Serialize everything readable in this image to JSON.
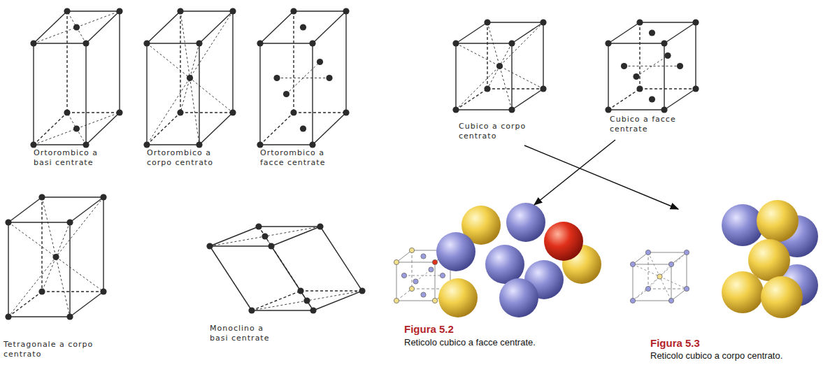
{
  "diagram": {
    "labels": [
      "Ortorombico a basi centrate",
      "Ortorombico a corpo centrato",
      "Ortorombico a facce centrate",
      "Cubico a corpo centrato",
      "Cubico a facce centrate",
      "Tetragonale a corpo centrato",
      "Monoclino a basi centrate",
      "Figura 5.2",
      "Reticolo cubico a facce centrate.",
      "Figura 5.3",
      "Reticolo cubico a corpo centrato."
    ]
  }
}
